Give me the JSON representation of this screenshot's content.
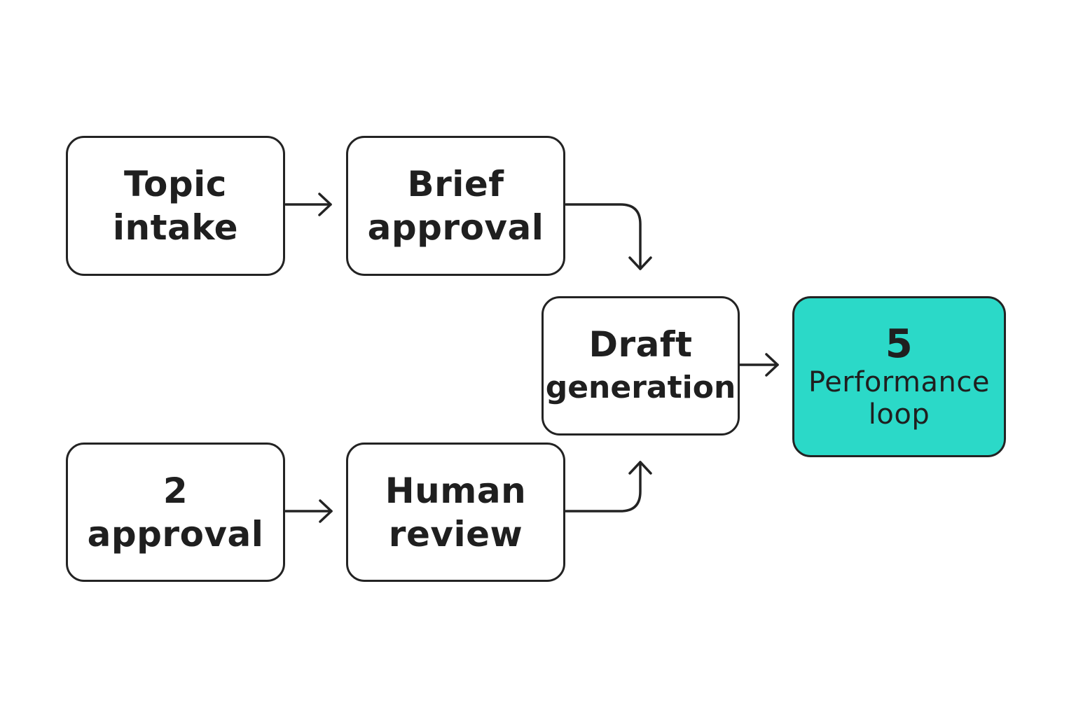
{
  "diagram": {
    "nodes": [
      {
        "id": "topic-intake",
        "lines": [
          "Topic",
          "intake"
        ]
      },
      {
        "id": "brief-approval",
        "lines": [
          "Brief",
          "approval"
        ]
      },
      {
        "id": "draft-generation",
        "lines": [
          "Draft",
          "generation"
        ]
      },
      {
        "id": "performance-loop",
        "number": "5",
        "lines": [
          "Performance",
          "loop"
        ]
      },
      {
        "id": "approval-2",
        "lines": [
          "2",
          "approval"
        ]
      },
      {
        "id": "human-review",
        "lines": [
          "Human",
          "review"
        ]
      }
    ],
    "edges": [
      {
        "from": "topic-intake",
        "to": "brief-approval"
      },
      {
        "from": "brief-approval",
        "to": "draft-generation"
      },
      {
        "from": "approval-2",
        "to": "human-review"
      },
      {
        "from": "human-review",
        "to": "draft-generation"
      },
      {
        "from": "draft-generation",
        "to": "performance-loop"
      }
    ],
    "colors": {
      "stroke": "#232323",
      "text": "#1f1f1f",
      "node_fill": "#ffffff",
      "highlight_fill": "#2bd9c8",
      "background": "#ffffff"
    }
  }
}
